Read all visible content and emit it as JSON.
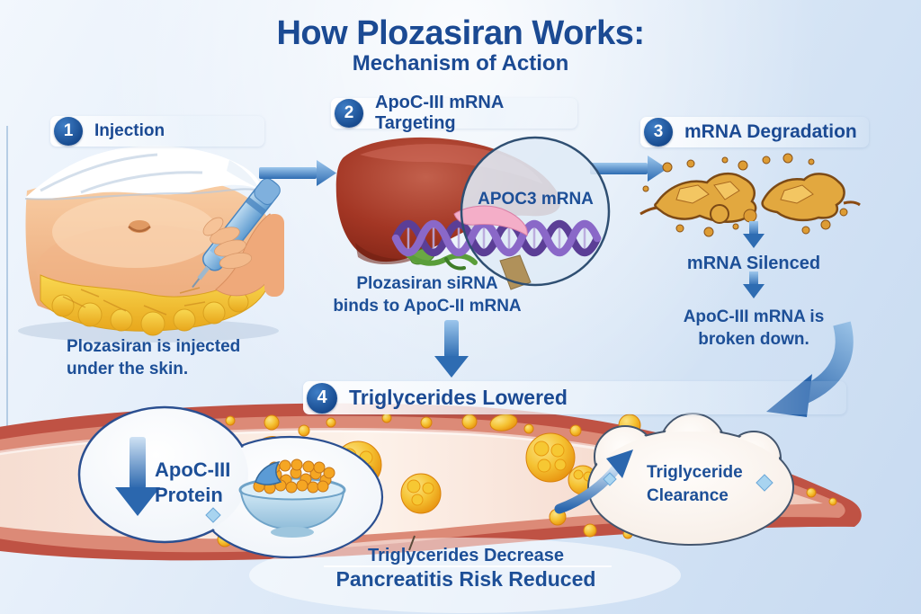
{
  "title": {
    "line1": "How Plozasiran Works:",
    "line2": "Mechanism of Action"
  },
  "steps": {
    "step1": {
      "number": "1",
      "label": "Injection",
      "caption": "Plozasiran is injected\nunder the skin."
    },
    "step2": {
      "number": "2",
      "label": "ApoC-III mRNA Targeting",
      "magnifier_label": "APOC3 mRNA",
      "caption": "Plozasiran siRNA\nbinds to ApoC-II mRNA"
    },
    "step3": {
      "number": "3",
      "label": "mRNA Degradation",
      "silenced": "mRNA Silenced",
      "broken": "ApoC-III mRNA is\nbroken down."
    },
    "step4": {
      "number": "4",
      "label": "Triglycerides Lowered"
    }
  },
  "vessel": {
    "left_bubble": "ApoC-III\nProtein",
    "right_bubble": "Triglyceride\nClearance",
    "footer_line1": "Triglycerides Decrease",
    "footer_line2": "Pancreatitis Risk Reduced"
  },
  "colors": {
    "heading_blue": "#1b4a93",
    "body_blue": "#1d4f97",
    "arrow_blue": "#3e7cc0",
    "badge_navy": "#15488c",
    "liver_red": "#9b3222",
    "helix_purple": "#5b3e96",
    "fat_yellow": "#f2c12e",
    "vessel_wall": "#c05a4a",
    "triglyceride_gold": "#f0a714",
    "background_top": "#f2f7fd",
    "background_bottom": "#c7daf1"
  }
}
